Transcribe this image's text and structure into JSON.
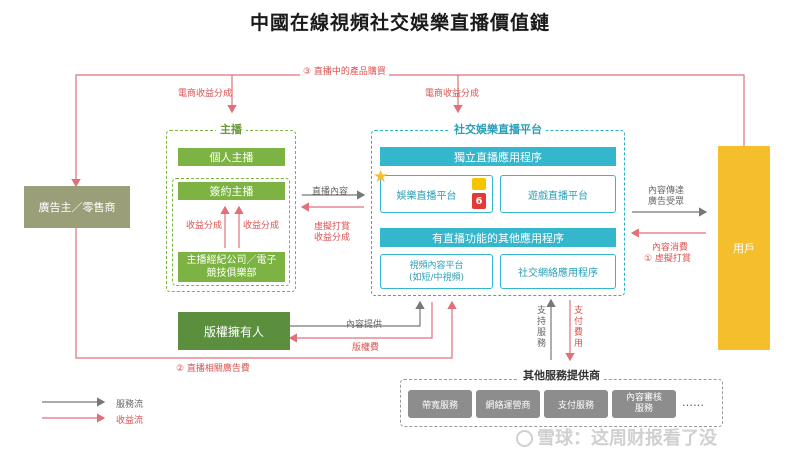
{
  "title": "中國在線視頻社交娛樂直播價值鏈",
  "top_loop_label": "③ 直播中的產品購買",
  "ecommerce_share_left": "電商收益分成",
  "ecommerce_share_center": "電商收益分成",
  "advertiser": "廣告主／零售商",
  "host_section": {
    "title": "主播",
    "individual": "個人主播",
    "contracted": "簽約主播",
    "revenue_share_1": "收益分成",
    "revenue_share_2": "收益分成",
    "agency": "主播經紀公司／電子競技俱樂部"
  },
  "platform_section": {
    "title": "社交娛樂直播平台",
    "independent_apps": "獨立直播應用程序",
    "entertainment_platform": "娛樂直播平台",
    "game_platform": "遊戲直播平台",
    "other_apps": "有直播功能的其他應用程序",
    "video_content": "視頻內容平台\n(如短/中視頻)",
    "social_network": "社交網絡應用程序"
  },
  "flows": {
    "live_content": "直播內容",
    "virtual_gift_share": "虛擬打賞\n收益分成",
    "content_delivery": "內容傳達\n廣告受眾",
    "consumption": "內容消費",
    "virtual_gift_user": "① 虛擬打賞",
    "content_provided": "內容提供",
    "copyright_fee": "版權費",
    "support_services": "支\n持\n服\n務",
    "pay_fee": "支\n付\n費\n用",
    "live_ad_fee": "② 直播相關廣告費"
  },
  "copyright_owner": "版權擁有人",
  "user": "用戶",
  "other_providers": {
    "title": "其他服務提供商",
    "items": [
      "帶寬服務",
      "網絡運營商",
      "支付服務",
      "內容審核\n服務"
    ],
    "more": "……"
  },
  "legend": {
    "service_flow": "服務流",
    "revenue_flow": "收益流"
  },
  "watermark": "雪球：这周财报看了没",
  "colors": {
    "gray_arrow": "#777777",
    "red_arrow": "#e0707a",
    "green": "#7cb342",
    "teal": "#34b6cc",
    "yellow": "#f5be2c"
  }
}
